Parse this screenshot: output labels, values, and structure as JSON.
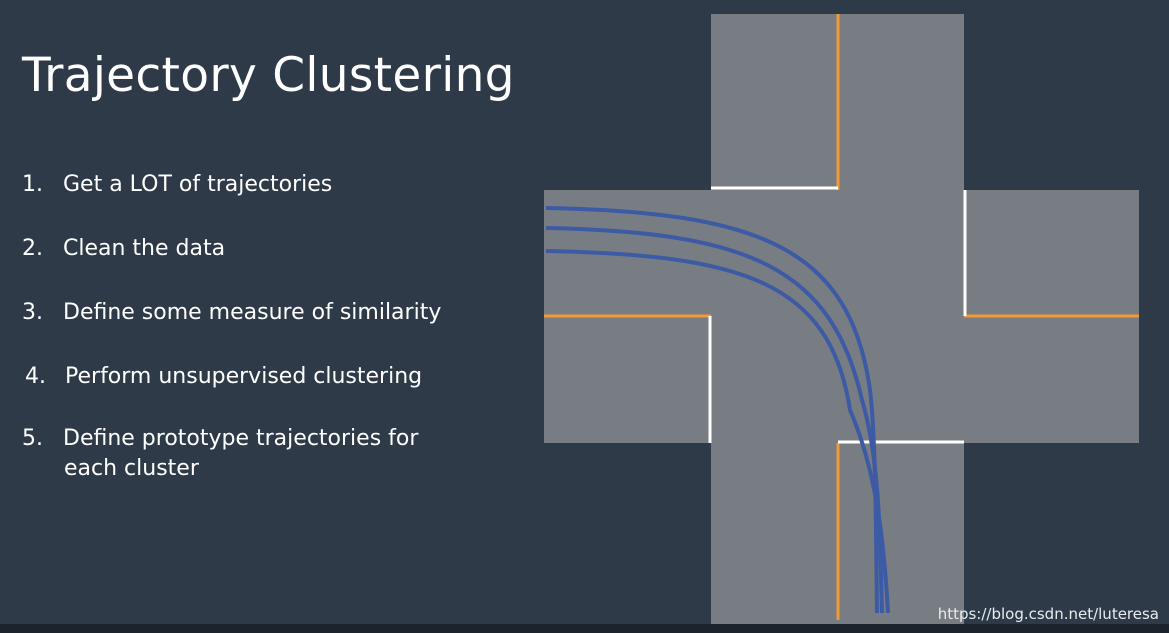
{
  "slide": {
    "title": "Trajectory Clustering",
    "steps": [
      {
        "number": "1.",
        "text": "Get a LOT of trajectories"
      },
      {
        "number": "2.",
        "text": "Clean the data"
      },
      {
        "number": "3.",
        "text": "Define some measure of similarity"
      },
      {
        "number": "4.",
        "text": "Perform unsupervised clustering"
      },
      {
        "number": "5.",
        "text": "Define prototype trajectories for",
        "text_line2": "each cluster"
      }
    ]
  },
  "diagram": {
    "road_color": "#787c83",
    "lane_line_color": "#f29a38",
    "stop_line_color": "#ffffff",
    "trajectory_color": "#3d5aa5",
    "trajectory_count": 3
  },
  "watermark": "https://blog.csdn.net/luteresa",
  "colors": {
    "background": "#2e3a48",
    "text": "#ffffff"
  }
}
